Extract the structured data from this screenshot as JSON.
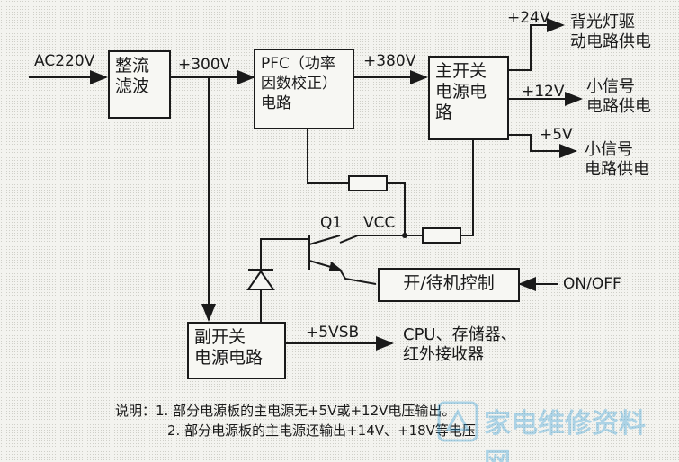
{
  "diagram": {
    "input_label": "AC220V",
    "rectifier": "整流\n滤波",
    "v300": "+300V",
    "pfc": "PFC（功率\n因数校正）\n电路",
    "v380": "+380V",
    "main_psu": "主开关\n电源电\n路",
    "v24": "+24V",
    "backlight": "背光灯驱\n动电路供电",
    "v12": "+12V",
    "small_signal_1": "小信号\n电路供电",
    "v5": "+5V",
    "small_signal_2": "小信号\n电路供电",
    "q1": "Q1",
    "vcc": "VCC",
    "standby_ctrl": "开/待机控制",
    "on_off": "ON/OFF",
    "aux_psu": "副开关\n电源电路",
    "v5vsb": "+5VSB",
    "cpu_loads": "CPU、存储器、\n红外接收器",
    "note_1": "说明：1. 部分电源板的主电源无+5V或+12V电压输出。",
    "note_2": "2. 部分电源板的主电源还输出+14V、+18V等电压"
  },
  "watermark": {
    "text": "家电维修资料网"
  },
  "colors": {
    "line": "#1a1a1a",
    "watermark": "#2a9ad6"
  }
}
